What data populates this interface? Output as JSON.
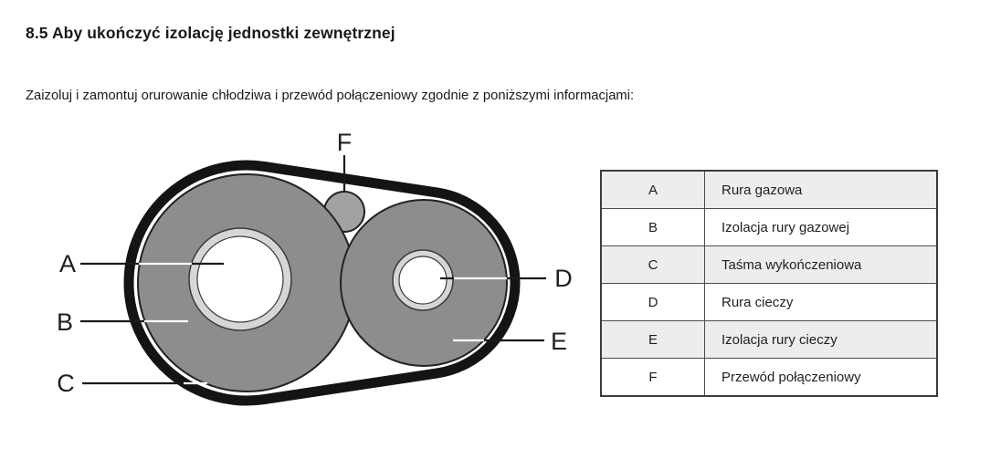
{
  "page": {
    "heading": "8.5 Aby ukończyć izolację jednostki zewnętrznej",
    "intro": "Zaizoluj i zamontuj orurowanie chłodziwa i przewód połączeniowy zgodnie z poniższymi informacjami:"
  },
  "diagram": {
    "labels": {
      "A": "A",
      "B": "B",
      "C": "C",
      "D": "D",
      "E": "E",
      "F": "F"
    },
    "colors": {
      "insulation": "#8d8d8d",
      "tape": "#141414",
      "wire": "#a2a2a2",
      "pipe_wall": "#d6d6d6"
    }
  },
  "legend": {
    "zebra_bg": "#ededed",
    "rows": [
      {
        "key": "A",
        "label": "Rura gazowa"
      },
      {
        "key": "B",
        "label": "Izolacja rury gazowej"
      },
      {
        "key": "C",
        "label": "Taśma wykończeniowa"
      },
      {
        "key": "D",
        "label": "Rura cieczy"
      },
      {
        "key": "E",
        "label": "Izolacja rury cieczy"
      },
      {
        "key": "F",
        "label": "Przewód połączeniowy"
      }
    ]
  }
}
